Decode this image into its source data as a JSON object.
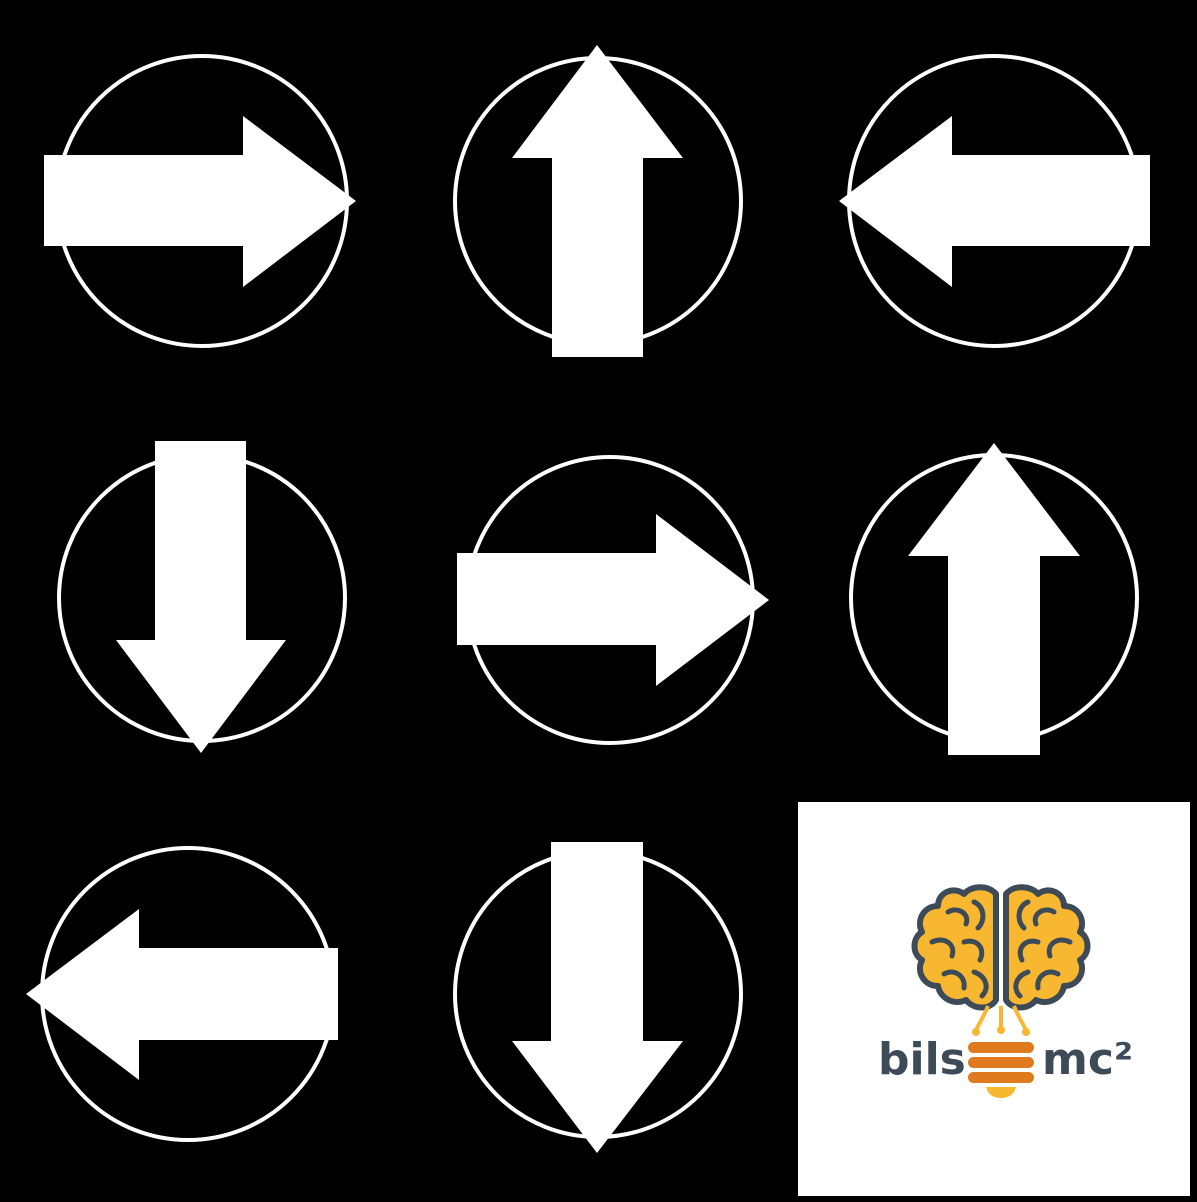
{
  "grid": {
    "tiles": [
      {
        "direction": "right",
        "icon": "arrow-right-icon"
      },
      {
        "direction": "up",
        "icon": "arrow-up-icon"
      },
      {
        "direction": "left",
        "icon": "arrow-left-icon"
      },
      {
        "direction": "down",
        "icon": "arrow-down-icon"
      },
      {
        "direction": "right",
        "icon": "arrow-right-icon"
      },
      {
        "direction": "up",
        "icon": "arrow-up-icon"
      },
      {
        "direction": "left",
        "icon": "arrow-left-icon"
      },
      {
        "direction": "down",
        "icon": "arrow-down-icon"
      }
    ]
  },
  "logo": {
    "text_left": "bils",
    "text_right": "mc²",
    "icon": "brain-lightbulb-icon",
    "colors": {
      "brain_fill": "#F7B731",
      "outline": "#3D4A57",
      "bulb_base": "#E07A1F",
      "text": "#3D4A57"
    }
  },
  "colors": {
    "background": "#000000",
    "arrow": "#FFFFFF",
    "circle_stroke": "#FFFFFF"
  }
}
